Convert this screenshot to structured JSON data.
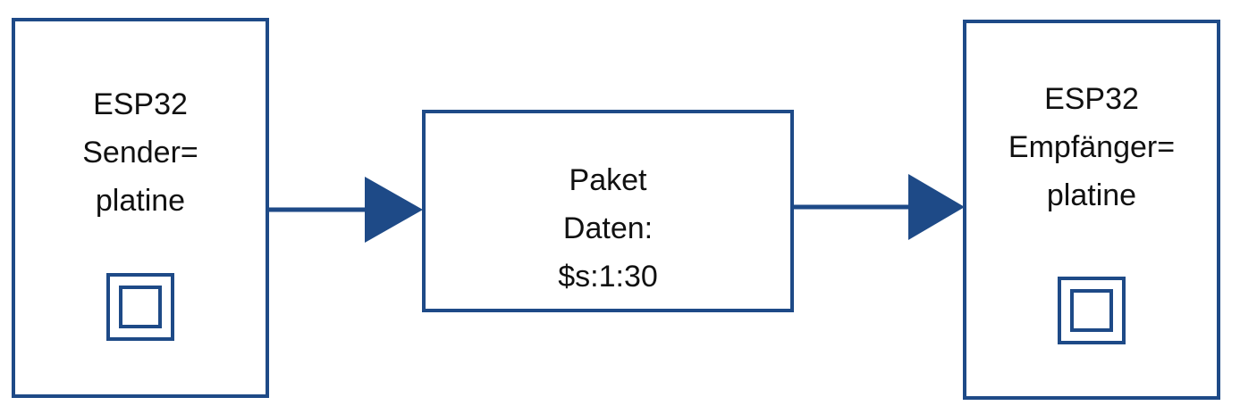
{
  "diagram": {
    "colors": {
      "stroke": "#1e4a87",
      "text": "#111111",
      "background": "#ffffff"
    },
    "nodes": {
      "sender": {
        "lines": [
          "ESP32",
          "Sender=",
          "platine"
        ],
        "icon": "chip-icon"
      },
      "packet": {
        "lines": [
          "Paket",
          "Daten:",
          "$s:1:30"
        ]
      },
      "receiver": {
        "lines": [
          "ESP32",
          "Empfänger=",
          "platine"
        ],
        "icon": "chip-icon"
      }
    },
    "edges": [
      {
        "from": "sender",
        "to": "packet"
      },
      {
        "from": "packet",
        "to": "receiver"
      }
    ]
  }
}
